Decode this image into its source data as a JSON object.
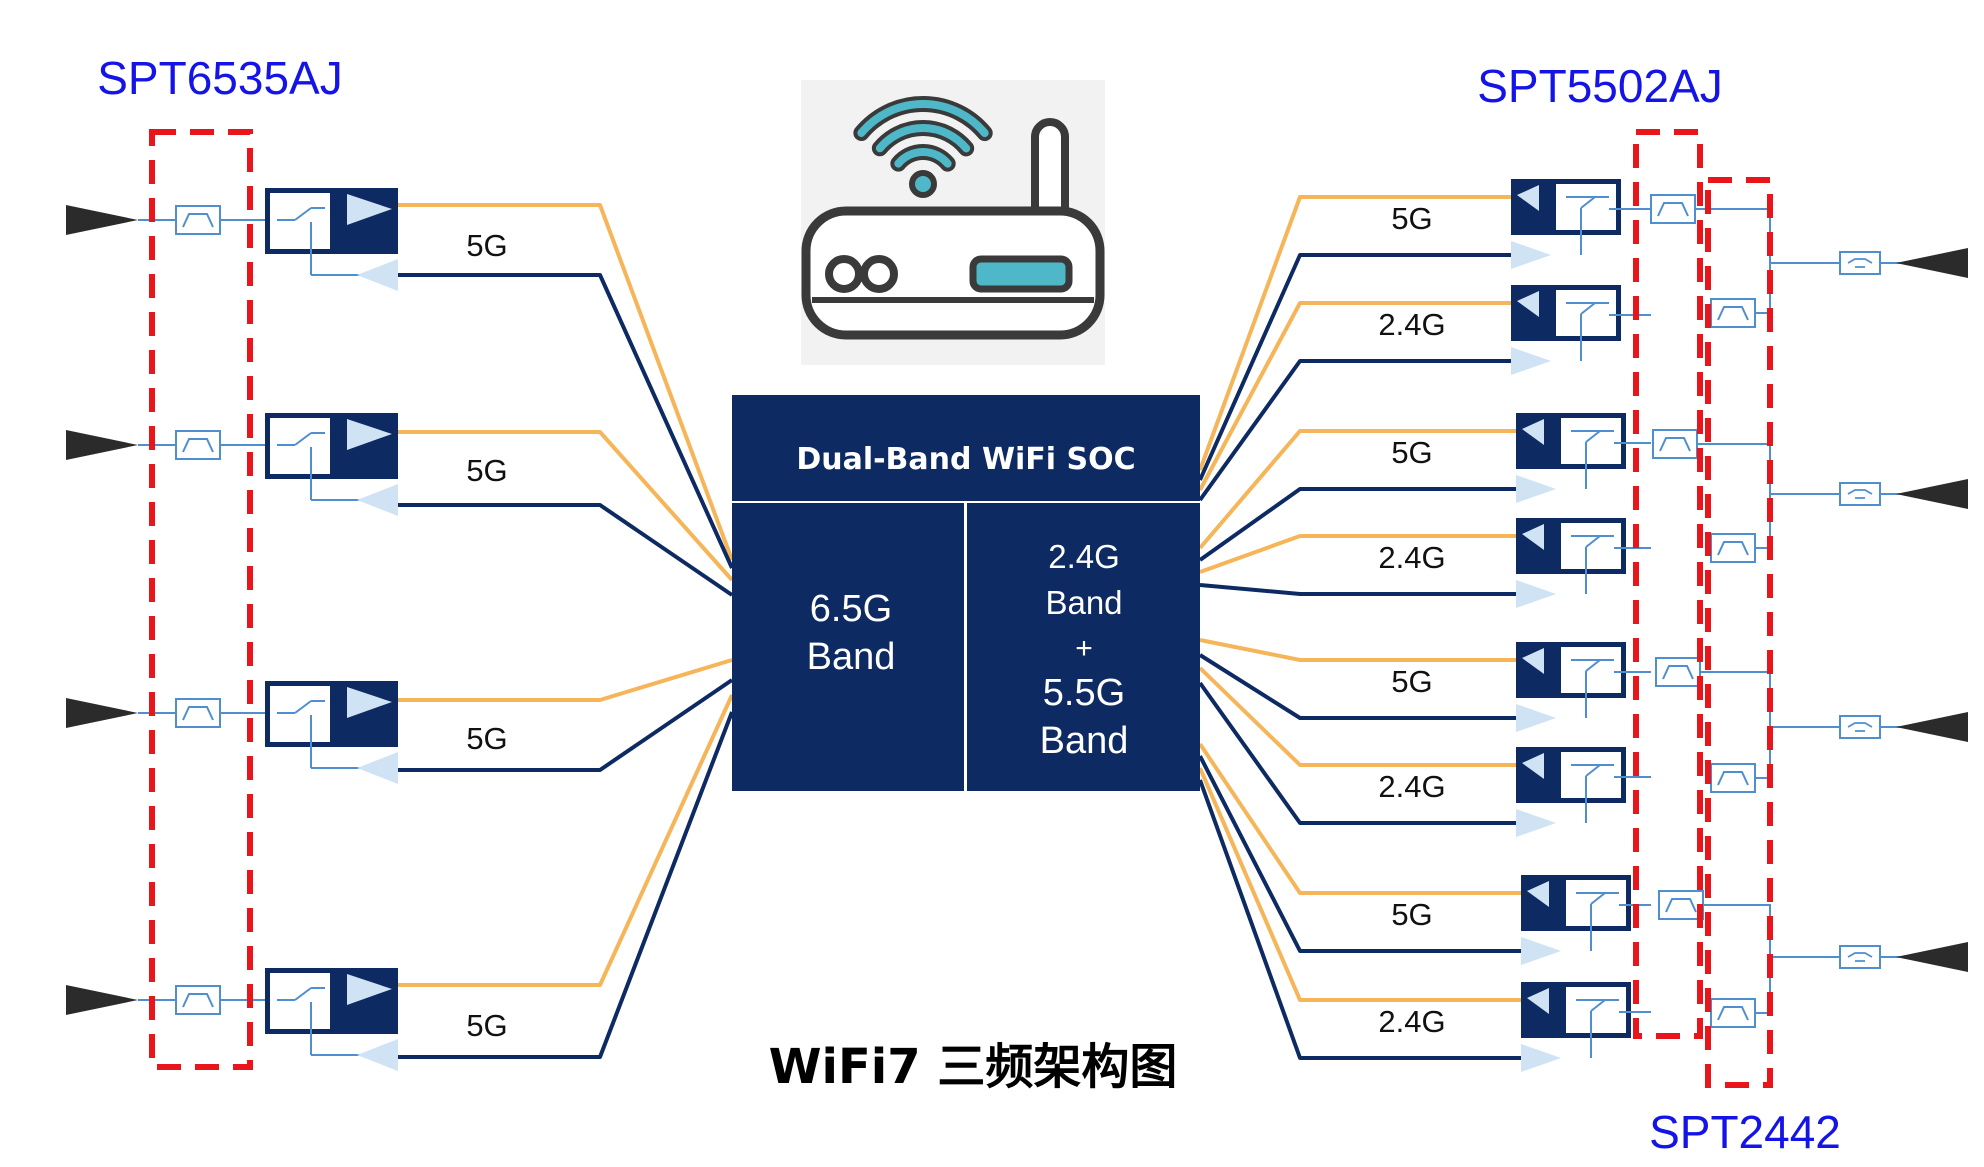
{
  "chips": {
    "left": "SPT6535AJ",
    "right_top": "SPT5502AJ",
    "right_bottom": "SPT2442"
  },
  "soc": {
    "title": "Dual-Band WiFi SOC",
    "left_band": [
      "6.5G",
      "Band"
    ],
    "right_band": [
      "2.4G",
      "Band",
      "+",
      "5.5G",
      "Band"
    ]
  },
  "caption": "WiFi7 三频架构图",
  "left_chains": [
    {
      "band": "5G"
    },
    {
      "band": "5G"
    },
    {
      "band": "5G"
    },
    {
      "band": "5G"
    }
  ],
  "right_chains": [
    {
      "band": "5G"
    },
    {
      "band": "2.4G"
    },
    {
      "band": "5G"
    },
    {
      "band": "2.4G"
    },
    {
      "band": "5G"
    },
    {
      "band": "2.4G"
    },
    {
      "band": "5G"
    },
    {
      "band": "2.4G"
    }
  ],
  "colors": {
    "navy": "#0d2a63",
    "orange_line": "#f5b558",
    "dashed_box": "#e8161b",
    "component_line": "#4f8fd0",
    "antenna": "#2b2b2b",
    "router_accent": "#4fb8c8"
  },
  "icons": {
    "router": "wifi-router-icon",
    "antenna": "antenna-icon",
    "filter": "bandpass-filter-icon",
    "diplexer": "diplexer-icon",
    "fem": "front-end-module-icon"
  }
}
